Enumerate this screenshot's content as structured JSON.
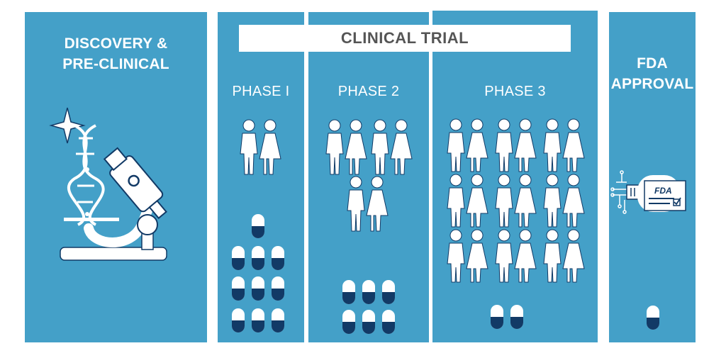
{
  "stages": {
    "discovery": {
      "title_line1": "DISCOVERY &",
      "title_line2": "PRE-CLINICAL",
      "icon": "microscope-dna-icon"
    },
    "clinical_trial": {
      "title": "CLINICAL TRIAL"
    },
    "phase1": {
      "title": "PHASE I",
      "people_pairs": 1,
      "pills": 10
    },
    "phase2": {
      "title": "PHASE 2",
      "people_pairs": 3,
      "pills": 6
    },
    "phase3": {
      "title": "PHASE 3",
      "people_pairs": 9,
      "pills": 2
    },
    "fda": {
      "title_line1": "FDA",
      "title_line2": "APPROVAL",
      "badge_text": "FDA",
      "pills": 1,
      "icon": "fda-approval-document-icon"
    }
  },
  "colors": {
    "panel": "#44a0c8",
    "pill_dark": "#123a66",
    "white": "#ffffff",
    "banner_text": "#555555"
  }
}
